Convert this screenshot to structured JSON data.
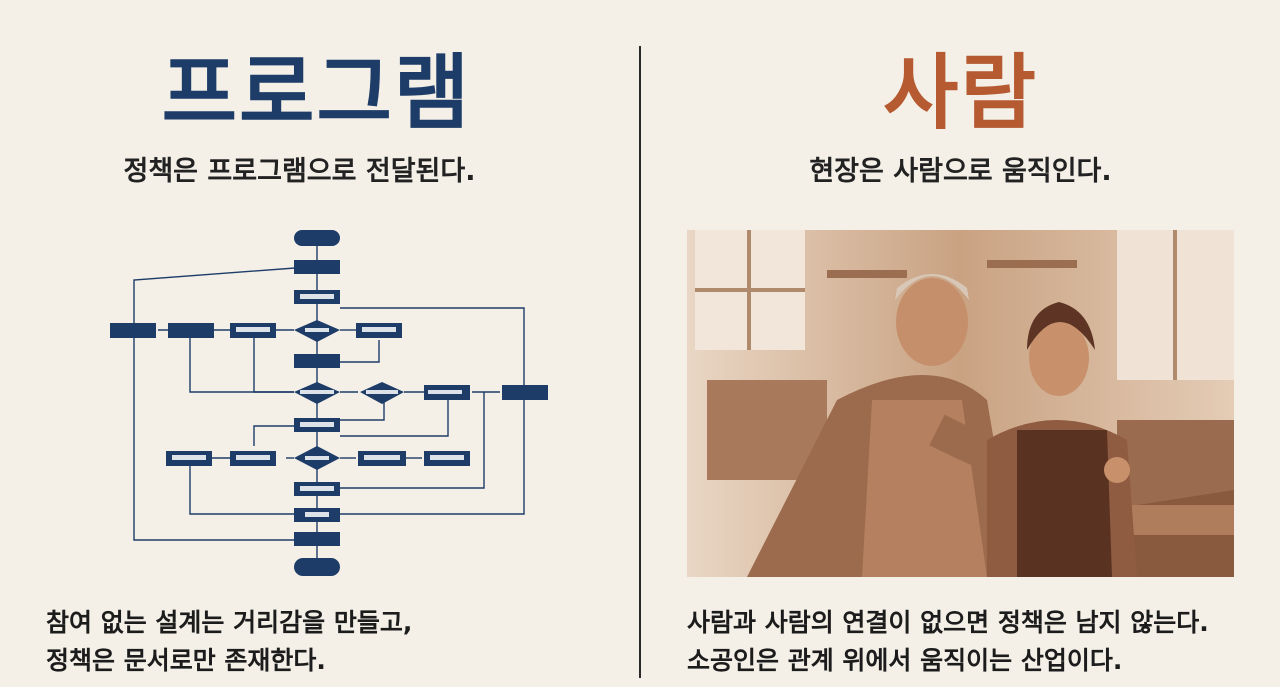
{
  "left": {
    "title": "프로그램",
    "subtitle": "정책은 프로그램으로 전달된다.",
    "caption_lines": [
      "참여 없는 설계는 거리감을 만들고,",
      "정책은 문서로만 존재한다."
    ],
    "flowchart_icon": "flowchart-diagram",
    "colors": {
      "accent": "#1d3c68"
    }
  },
  "right": {
    "title": "사람",
    "subtitle": "현장은 사람으로 움직인다.",
    "caption_lines": [
      "사람과 사람의 연결이 없으면 정책은 남지 않는다.",
      "소공인은 관계 위에서 움직이는 산업이다."
    ],
    "photo_icon": "workshop-photo",
    "colors": {
      "accent": "#b65a31"
    }
  }
}
